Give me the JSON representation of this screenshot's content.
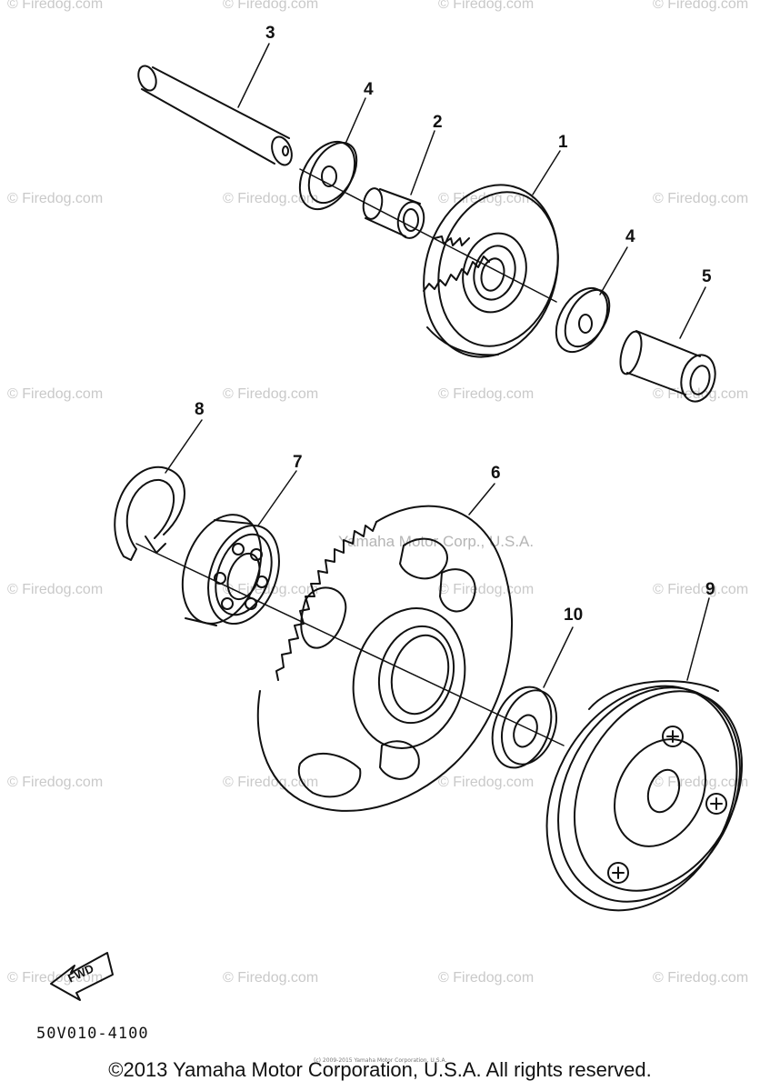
{
  "watermark": "© Firedog.com",
  "center_watermark": "Yamaha Motor Corp., U.S.A.",
  "part_numbers": {
    "p1": "1",
    "p2": "2",
    "p3": "3",
    "p4a": "4",
    "p4b": "4",
    "p5": "5",
    "p6": "6",
    "p7": "7",
    "p8": "8",
    "p9": "9",
    "p10": "10"
  },
  "fwd_label": "FWD",
  "diagram_code": "50V010-4100",
  "tiny_note": "(c) 2009-2015 Yamaha Motor Corporation, U.S.A.",
  "copyright": "©2013 Yamaha Motor Corporation, U.S.A. All rights reserved."
}
